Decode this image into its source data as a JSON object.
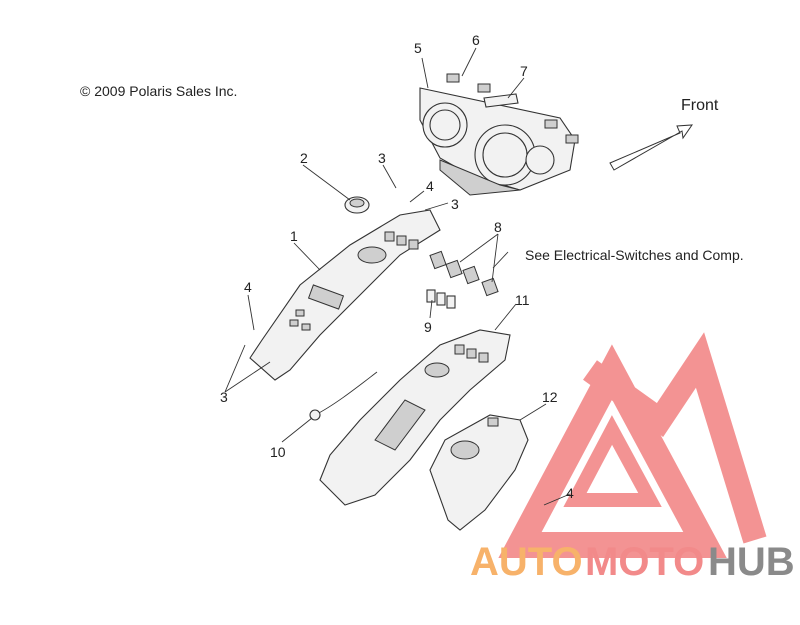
{
  "copyright": "© 2009 Polaris Sales Inc.",
  "direction_label": "Front",
  "reference_note": "See Electrical-Switches and Comp.",
  "callouts": {
    "c1": "1",
    "c2": "2",
    "c3a": "3",
    "c3b": "3",
    "c3c": "3",
    "c4a": "4",
    "c4b": "4",
    "c4c": "4",
    "c5": "5",
    "c6": "6",
    "c7": "7",
    "c8": "8",
    "c9": "9",
    "c10": "10",
    "c11": "11",
    "c12": "12"
  },
  "watermark": {
    "part1": "AUTO",
    "part2": "MOTO",
    "part3": "HUB"
  },
  "colors": {
    "watermark_red": "#f07070",
    "watermark_orange": "#f7b26a",
    "watermark_grey": "#8a8a8a",
    "line": "#333333"
  }
}
